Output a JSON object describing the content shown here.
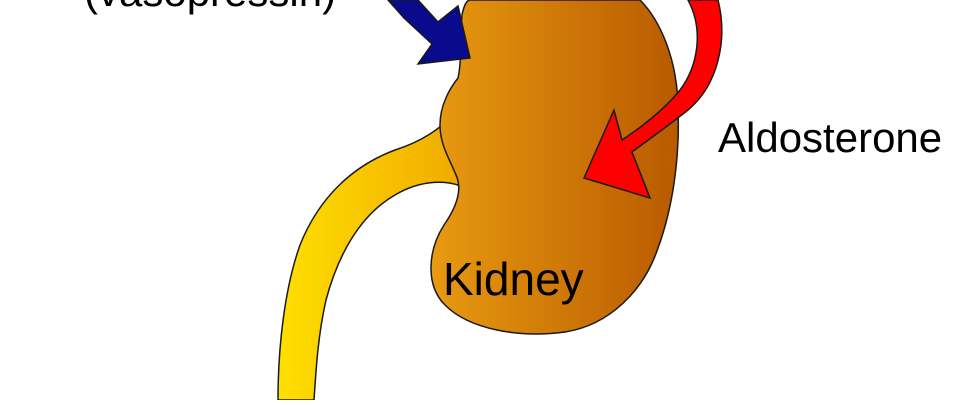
{
  "labels": {
    "adh_partial": "(vasopressin)",
    "aldosterone": "Aldosterone",
    "kidney": "Kidney"
  },
  "colors": {
    "kidney_light": "#e89a10",
    "kidney_dark": "#b85a00",
    "ureter_light": "#ffe000",
    "ureter_dark": "#f0a800",
    "adh_arrow": "#0a0a8c",
    "aldosterone_arrow": "#ff0000",
    "outline": "#1a1a1a",
    "text": "#000000"
  },
  "icons": {
    "kidney": "kidney-icon",
    "ureter": "ureter-tube",
    "adh_arrow": "arrow-down-right-icon",
    "aldosterone_arrow": "curved-arrow-icon"
  }
}
